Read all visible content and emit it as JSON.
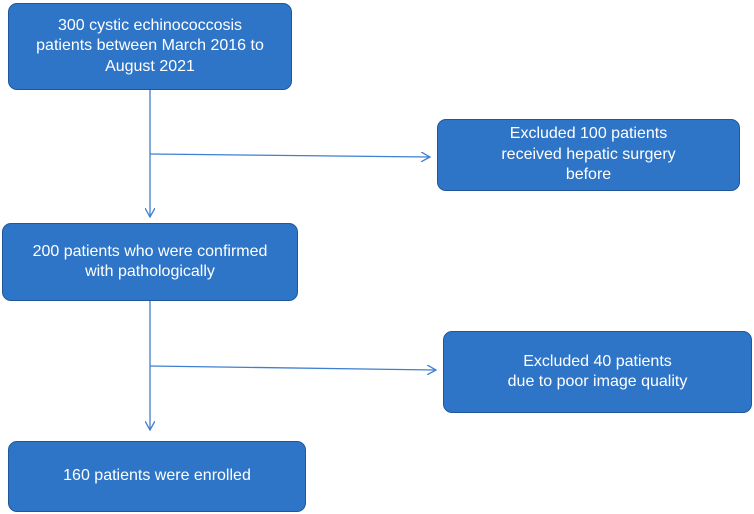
{
  "flowchart": {
    "box1": {
      "lines": [
        "300 cystic echinococcosis",
        "patients between March 2016 to",
        "August 2021"
      ]
    },
    "exclusion1": {
      "lines": [
        "Excluded 100 patients",
        "received hepatic surgery",
        "before"
      ]
    },
    "box2": {
      "lines": [
        "200 patients who were confirmed",
        "with pathologically"
      ]
    },
    "exclusion2": {
      "lines": [
        "Excluded 40 patients",
        "due to poor image quality"
      ]
    },
    "box3": {
      "lines": [
        "160 patients were enrolled"
      ]
    }
  },
  "colors": {
    "box_fill": "#2e75c8",
    "box_border": "#1f5799",
    "connector": "#3f7fd0",
    "text": "#ffffff"
  }
}
